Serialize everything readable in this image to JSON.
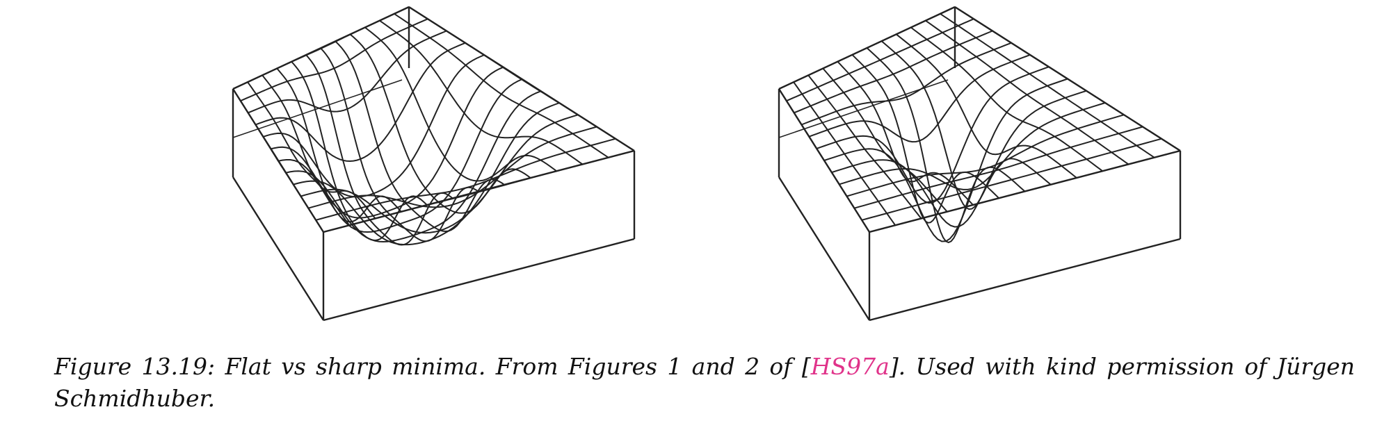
{
  "figure": {
    "panels": [
      {
        "id": "flat",
        "minimum_shape": "flat"
      },
      {
        "id": "sharp",
        "minimum_shape": "sharp"
      }
    ],
    "line_color": "#222222",
    "background_color": "#ffffff"
  },
  "caption": {
    "label": "Figure 13.19:",
    "text_before_citation": " Flat vs sharp minima. From Figures 1 and 2 of [",
    "citation": "HS97a",
    "citation_color": "#e0338a",
    "text_after_citation": "]. Used with kind permission of Jürgen Schmidhuber."
  }
}
